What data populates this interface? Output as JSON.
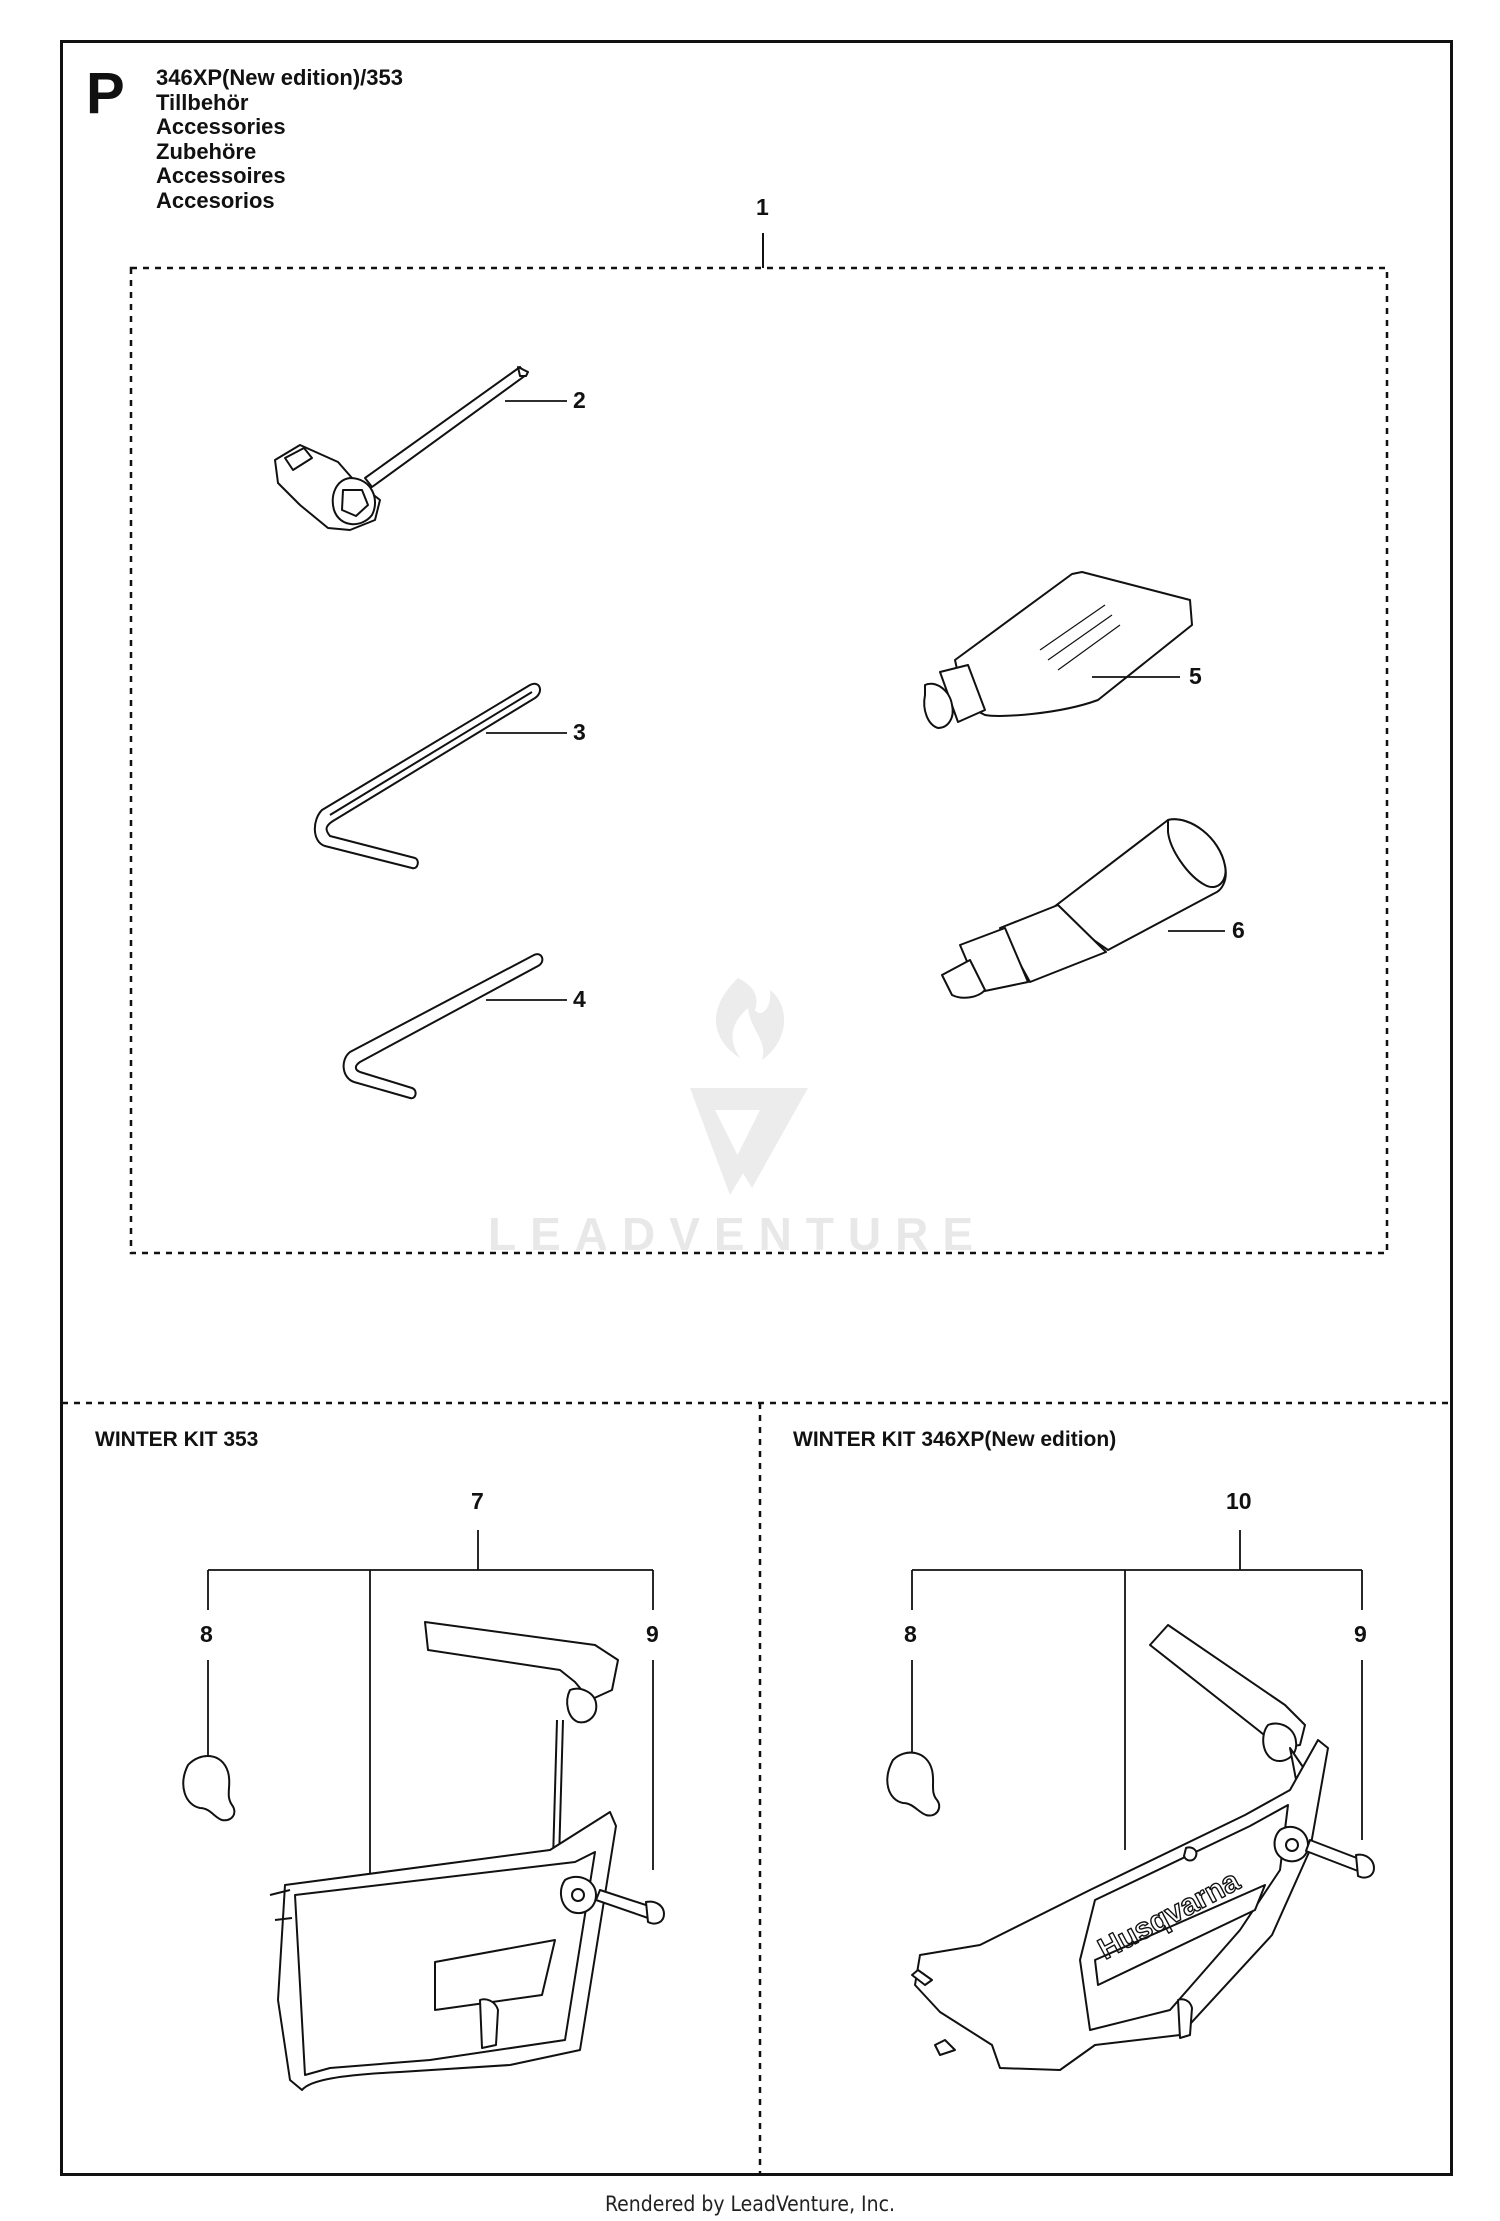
{
  "page_letter": "P",
  "title_lines": [
    "346XP(New edition)/353",
    "Tillbehör",
    "Accessories",
    "Zubehöre",
    "Accessoires",
    "Accesorios"
  ],
  "callouts": {
    "c1": "1",
    "c2": "2",
    "c3": "3",
    "c4": "4",
    "c5": "5",
    "c6": "6",
    "c7": "7",
    "c8a": "8",
    "c9a": "9",
    "c10": "10",
    "c8b": "8",
    "c9b": "9"
  },
  "sections": {
    "left_title": "WINTER KIT 353",
    "right_title": "WINTER KIT 346XP(New edition)"
  },
  "watermark": "LEADVENTURE",
  "footer": "Rendered by LeadVenture, Inc."
}
